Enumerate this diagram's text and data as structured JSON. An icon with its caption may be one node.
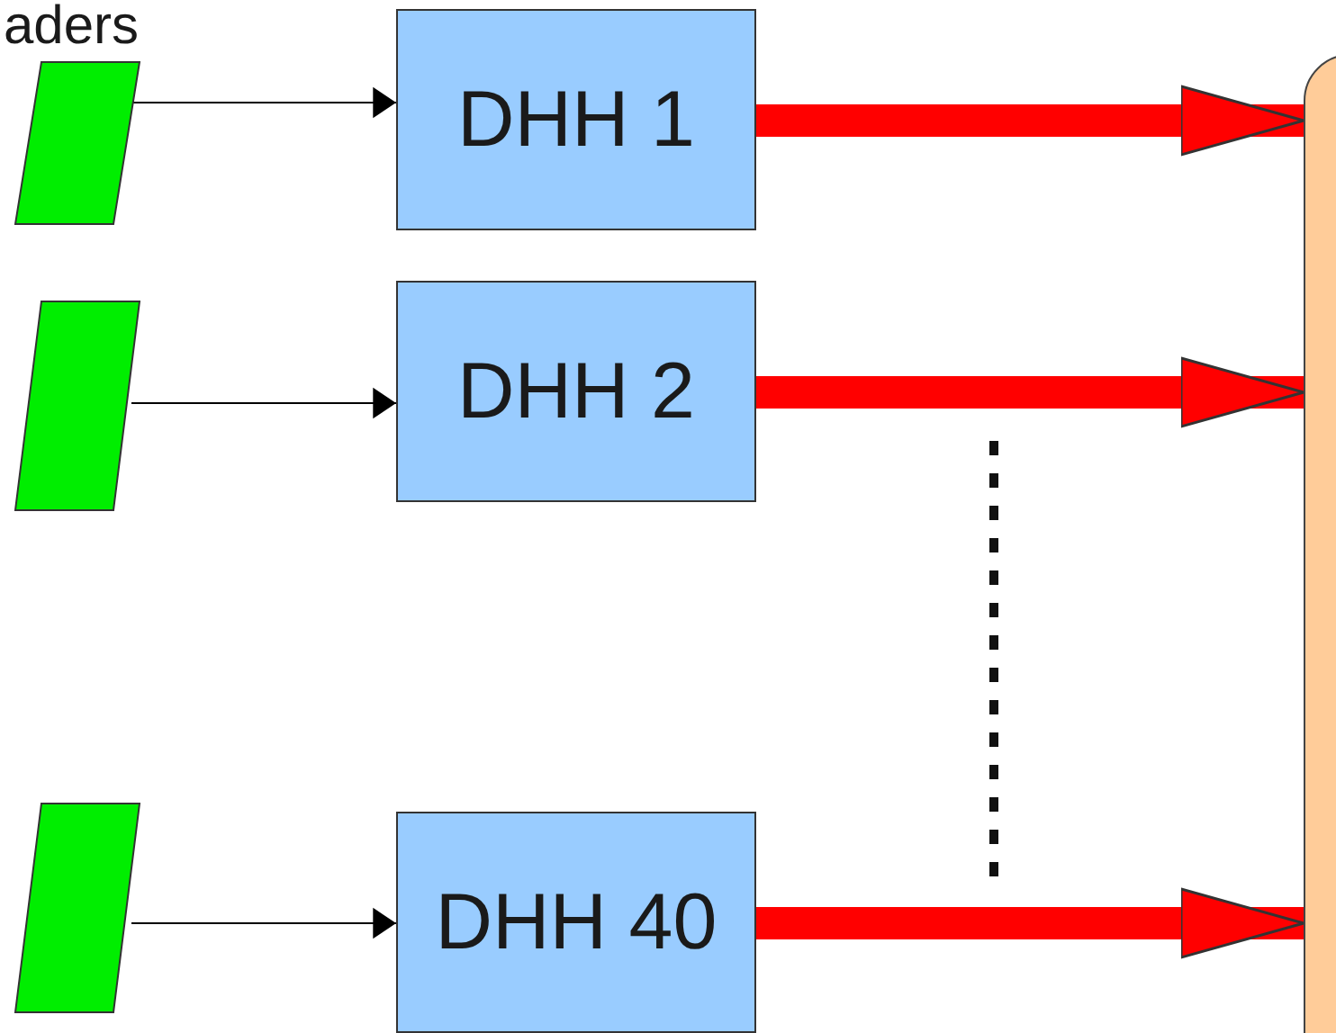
{
  "diagram": {
    "nodes": [
      {
        "text": [],
        "shape": "parallelogram"
      },
      {
        "text": [
          "DHH 1"
        ]
      },
      {
        "text": [],
        "shape": "parallelogram"
      },
      {
        "text": [
          "DHH 2"
        ]
      },
      {
        "text": [],
        "shape": "parallelogram"
      },
      {
        "text": [
          "DHH 40"
        ]
      },
      {
        "text": [],
        "shape": "box"
      }
    ],
    "edges": [
      {
        "from": 0,
        "to": 1,
        "arrow": "to"
      },
      {
        "from": 2,
        "to": 3,
        "arrow": "to"
      },
      {
        "from": 4,
        "to": 5,
        "arrow": "to"
      },
      {
        "from": 1,
        "to": 6,
        "arrow": "to",
        "style": "thick",
        "color": "#ff0000"
      },
      {
        "from": 3,
        "to": 6,
        "arrow": "to",
        "style": "thick",
        "color": "#ff0000"
      },
      {
        "from": 5,
        "to": 6,
        "arrow": "to",
        "style": "thick",
        "color": "#ff0000"
      }
    ],
    "labels": [
      "aders"
    ]
  }
}
